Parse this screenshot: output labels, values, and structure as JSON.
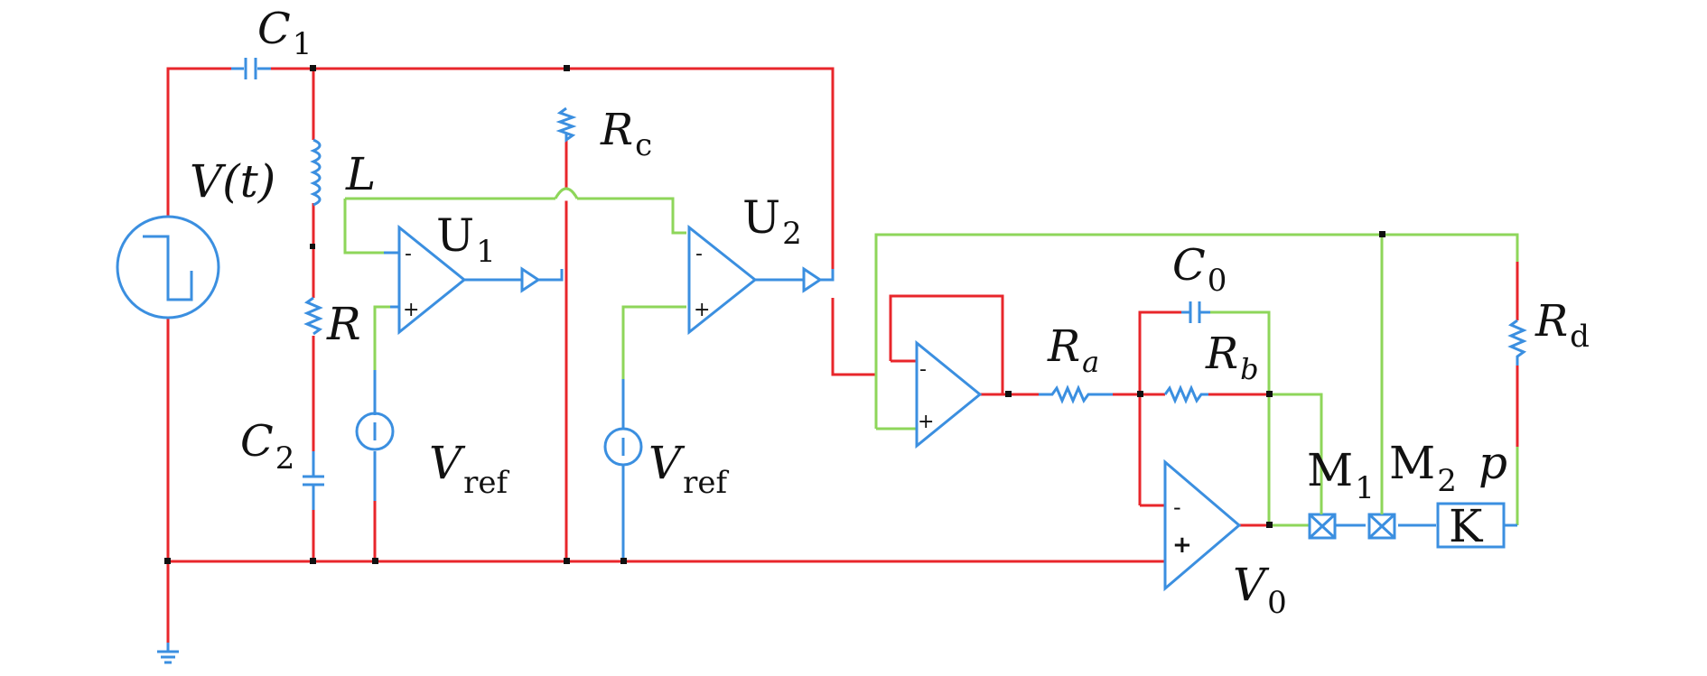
{
  "labels": {
    "C1": {
      "main": "C",
      "sub": "1"
    },
    "Vt": {
      "main": "V(t)"
    },
    "L": {
      "main": "L"
    },
    "R": {
      "main": "R"
    },
    "C2": {
      "main": "C",
      "sub": "2"
    },
    "Rc": {
      "main": "R",
      "sub": "c"
    },
    "U1": {
      "main": "U",
      "sub": "1"
    },
    "U2": {
      "main": "U",
      "sub": "2"
    },
    "Vref1": {
      "main": "V",
      "sub": "ref"
    },
    "Vref2": {
      "main": "V",
      "sub": "ref"
    },
    "C0": {
      "main": "C",
      "sub": "0"
    },
    "Ra": {
      "main": "R",
      "sub": "a"
    },
    "Rb": {
      "main": "R",
      "sub": "b"
    },
    "Rd": {
      "main": "R",
      "sub": "d"
    },
    "M1": {
      "main": "M",
      "sub": "1"
    },
    "M2": {
      "main": "M",
      "sub": "2"
    },
    "p": {
      "main": "p"
    },
    "K": {
      "main": "K"
    },
    "V0": {
      "main": "V",
      "sub": "0"
    }
  },
  "opamp_signs": {
    "minus": "-",
    "plus": "+"
  },
  "wire_colors": {
    "red": "#e8262b",
    "green": "#8ed65a",
    "blue": "#3b8fe0"
  }
}
